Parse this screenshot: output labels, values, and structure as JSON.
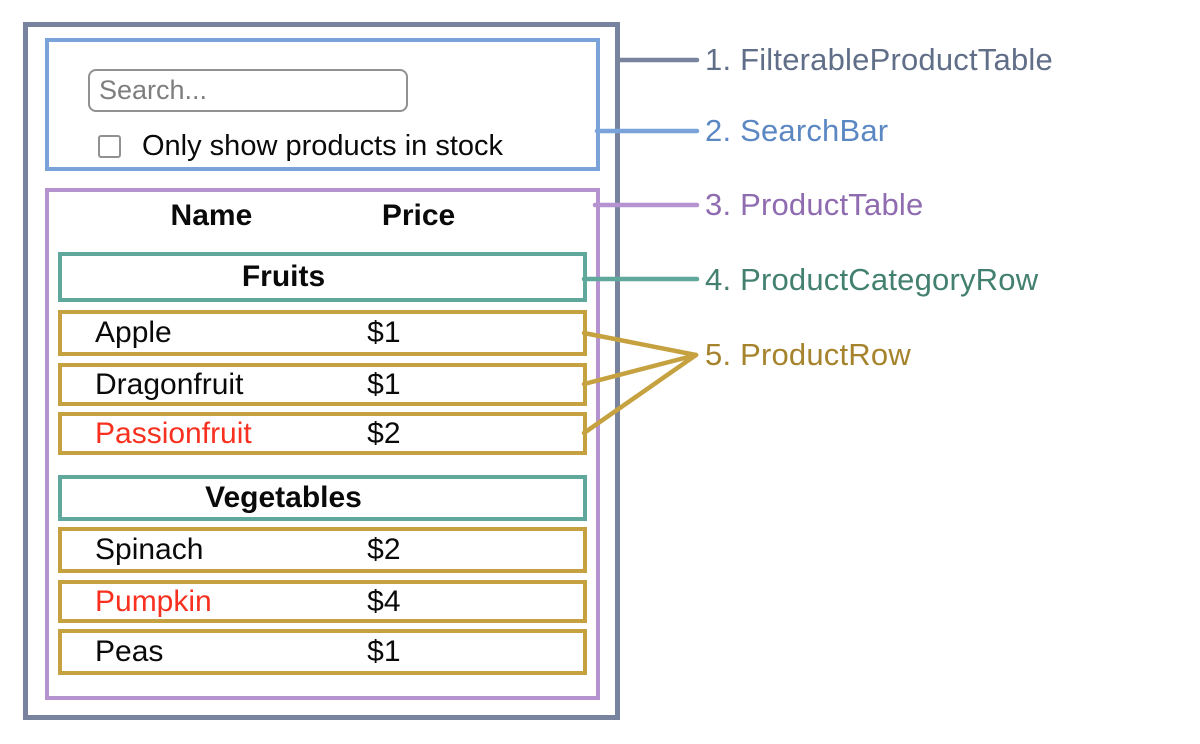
{
  "colors": {
    "slate": "#78849e",
    "slate-label": "#606e88",
    "blue": "#79a3d9",
    "blue-label": "#5b87c3",
    "purple": "#b592d0",
    "purple-label": "#8f6bb0",
    "teal": "#60a89b",
    "teal-label": "#438070",
    "gold": "#c6a140",
    "gold-label": "#a6832d",
    "red": "#f8301f",
    "input-border": "#919191",
    "placeholder": "#7e7e7e",
    "text": "#0a0a0a"
  },
  "search_bar": {
    "input_placeholder": "Search...",
    "checkbox_label": "Only show products in stock",
    "checkbox_checked": false
  },
  "product_table": {
    "headers": {
      "name": "Name",
      "price": "Price"
    },
    "sections": [
      {
        "category": "Fruits",
        "rows": [
          {
            "name": "Apple",
            "price": "$1",
            "highlighted_red": false
          },
          {
            "name": "Dragonfruit",
            "price": "$1",
            "highlighted_red": false
          },
          {
            "name": "Passionfruit",
            "price": "$2",
            "highlighted_red": true
          }
        ]
      },
      {
        "category": "Vegetables",
        "rows": [
          {
            "name": "Spinach",
            "price": "$2",
            "highlighted_red": false
          },
          {
            "name": "Pumpkin",
            "price": "$4",
            "highlighted_red": true
          },
          {
            "name": "Peas",
            "price": "$1",
            "highlighted_red": false
          }
        ]
      }
    ]
  },
  "legend": [
    {
      "label": "1. FilterableProductTable"
    },
    {
      "label": "2. SearchBar"
    },
    {
      "label": "3. ProductTable"
    },
    {
      "label": "4. ProductCategoryRow"
    },
    {
      "label": "5. ProductRow"
    }
  ]
}
